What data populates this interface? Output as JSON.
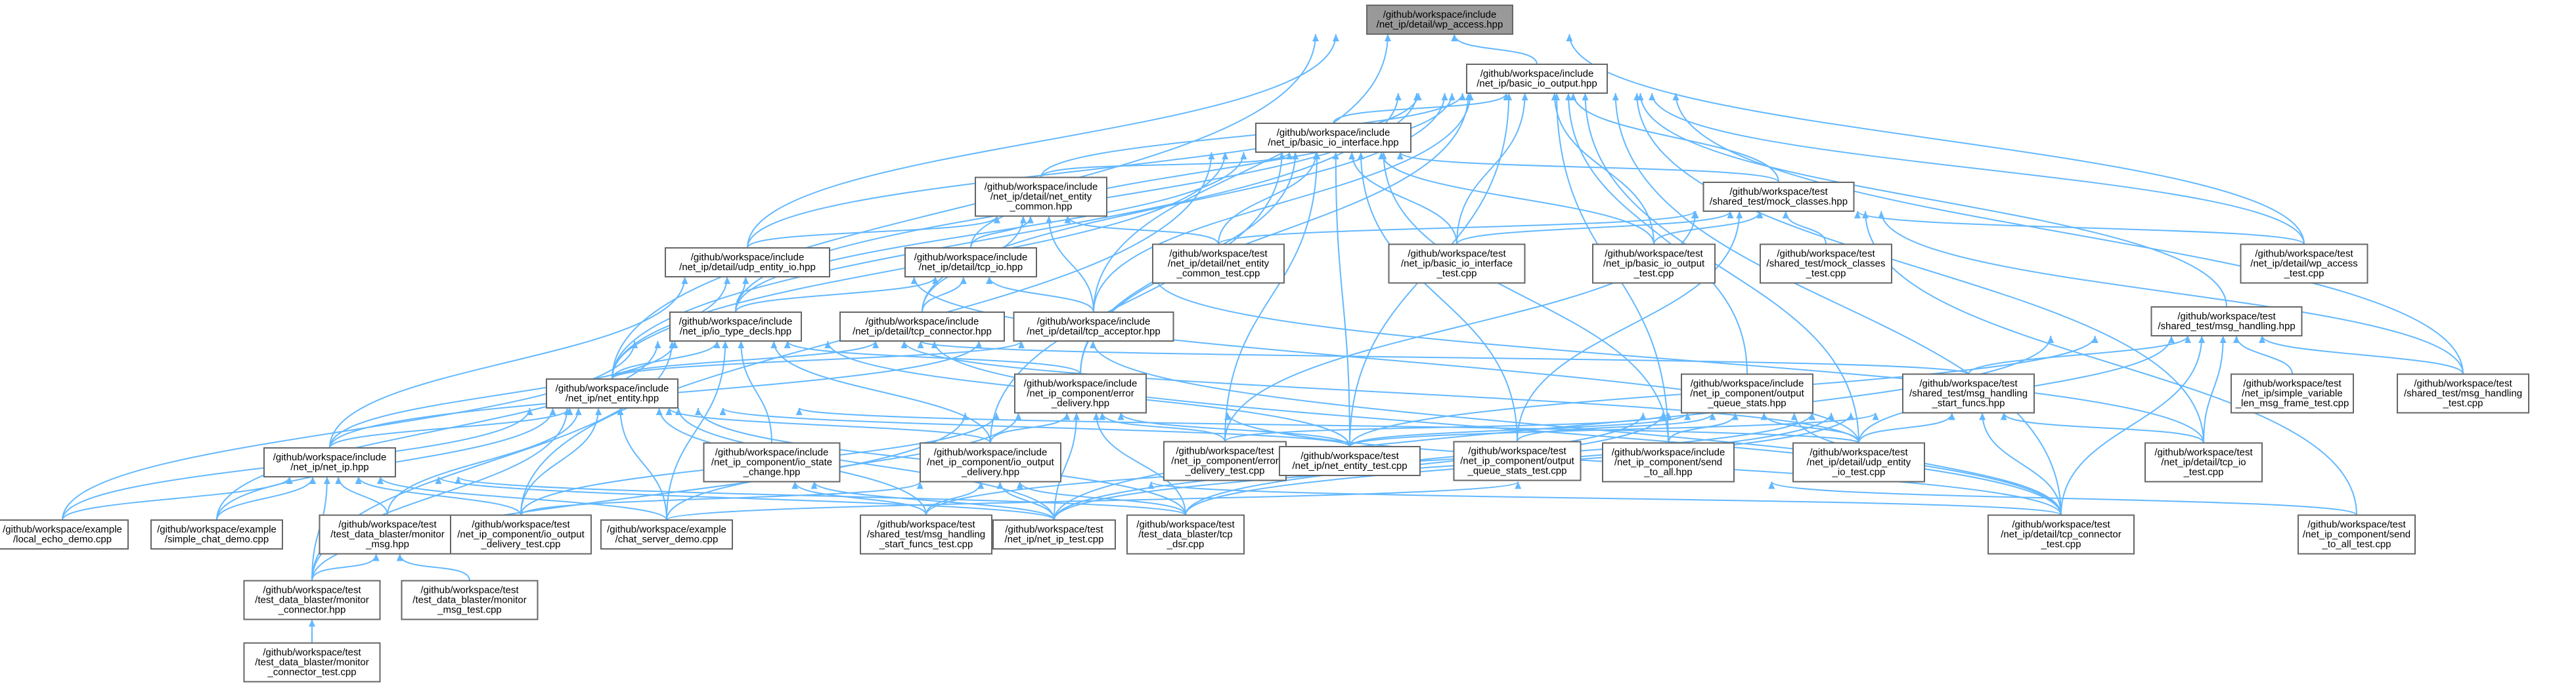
{
  "graph": {
    "root": "n0",
    "edge_color": "#63b8ff",
    "root_fill": "#999999",
    "nodes": [
      {
        "id": "n0",
        "lines": [
          "/github/workspace/include",
          "/net_ip/detail/wp_access.hpp"
        ]
      },
      {
        "id": "n1",
        "lines": [
          "/github/workspace/include",
          "/net_ip/basic_io_output.hpp"
        ]
      },
      {
        "id": "n2",
        "lines": [
          "/github/workspace/include",
          "/net_ip/basic_io_interface.hpp"
        ]
      },
      {
        "id": "n3",
        "lines": [
          "/github/workspace/include",
          "/net_ip/detail/net_entity",
          "_common.hpp"
        ]
      },
      {
        "id": "n4",
        "lines": [
          "/github/workspace/test",
          "/shared_test/mock_classes.hpp"
        ]
      },
      {
        "id": "n5",
        "lines": [
          "/github/workspace/include",
          "/net_ip/detail/udp_entity_io.hpp"
        ]
      },
      {
        "id": "n6",
        "lines": [
          "/github/workspace/include",
          "/net_ip/detail/tcp_io.hpp"
        ]
      },
      {
        "id": "n7",
        "lines": [
          "/github/workspace/test",
          "/net_ip/detail/net_entity",
          "_common_test.cpp"
        ]
      },
      {
        "id": "n8",
        "lines": [
          "/github/workspace/test",
          "/net_ip/basic_io_interface",
          "_test.cpp"
        ]
      },
      {
        "id": "n9",
        "lines": [
          "/github/workspace/test",
          "/net_ip/basic_io_output",
          "_test.cpp"
        ]
      },
      {
        "id": "n10",
        "lines": [
          "/github/workspace/test",
          "/shared_test/mock_classes",
          "_test.cpp"
        ]
      },
      {
        "id": "n11",
        "lines": [
          "/github/workspace/test",
          "/net_ip/detail/wp_access",
          "_test.cpp"
        ]
      },
      {
        "id": "n12",
        "lines": [
          "/github/workspace/include",
          "/net_ip/io_type_decls.hpp"
        ]
      },
      {
        "id": "n13",
        "lines": [
          "/github/workspace/include",
          "/net_ip/detail/tcp_connector.hpp"
        ]
      },
      {
        "id": "n14",
        "lines": [
          "/github/workspace/include",
          "/net_ip/detail/tcp_acceptor.hpp"
        ]
      },
      {
        "id": "n15",
        "lines": [
          "/github/workspace/test",
          "/shared_test/msg_handling.hpp"
        ]
      },
      {
        "id": "n16",
        "lines": [
          "/github/workspace/include",
          "/net_ip/net_entity.hpp"
        ]
      },
      {
        "id": "n17",
        "lines": [
          "/github/workspace/include",
          "/net_ip_component/error",
          "_delivery.hpp"
        ]
      },
      {
        "id": "n18",
        "lines": [
          "/github/workspace/include",
          "/net_ip_component/output",
          "_queue_stats.hpp"
        ]
      },
      {
        "id": "n19",
        "lines": [
          "/github/workspace/test",
          "/shared_test/msg_handling",
          "_start_funcs.hpp"
        ]
      },
      {
        "id": "n20",
        "lines": [
          "/github/workspace/test",
          "/net_ip/simple_variable",
          "_len_msg_frame_test.cpp"
        ]
      },
      {
        "id": "n21",
        "lines": [
          "/github/workspace/test",
          "/shared_test/msg_handling",
          "_test.cpp"
        ]
      },
      {
        "id": "n22",
        "lines": [
          "/github/workspace/include",
          "/net_ip/net_ip.hpp"
        ]
      },
      {
        "id": "n23",
        "lines": [
          "/github/workspace/include",
          "/net_ip_component/io_state",
          "_change.hpp"
        ]
      },
      {
        "id": "n24",
        "lines": [
          "/github/workspace/include",
          "/net_ip_component/io_output",
          "_delivery.hpp"
        ]
      },
      {
        "id": "n25",
        "lines": [
          "/github/workspace/test",
          "/net_ip_component/error",
          "_delivery_test.cpp"
        ]
      },
      {
        "id": "n26",
        "lines": [
          "/github/workspace/test",
          "/net_ip/net_entity_test.cpp"
        ]
      },
      {
        "id": "n27",
        "lines": [
          "/github/workspace/test",
          "/net_ip_component/output",
          "_queue_stats_test.cpp"
        ]
      },
      {
        "id": "n28",
        "lines": [
          "/github/workspace/include",
          "/net_ip_component/send",
          "_to_all.hpp"
        ]
      },
      {
        "id": "n29",
        "lines": [
          "/github/workspace/test",
          "/net_ip/detail/udp_entity",
          "_io_test.cpp"
        ]
      },
      {
        "id": "n30",
        "lines": [
          "/github/workspace/test",
          "/net_ip/detail/tcp_io",
          "_test.cpp"
        ]
      },
      {
        "id": "n31",
        "lines": [
          "/github/workspace/example",
          "/local_echo_demo.cpp"
        ]
      },
      {
        "id": "n32",
        "lines": [
          "/github/workspace/example",
          "/simple_chat_demo.cpp"
        ]
      },
      {
        "id": "n33",
        "lines": [
          "/github/workspace/test",
          "/test_data_blaster/monitor",
          "_msg.hpp"
        ]
      },
      {
        "id": "n34",
        "lines": [
          "/github/workspace/test",
          "/net_ip_component/io_output",
          "_delivery_test.cpp"
        ]
      },
      {
        "id": "n35",
        "lines": [
          "/github/workspace/example",
          "/chat_server_demo.cpp"
        ]
      },
      {
        "id": "n36",
        "lines": [
          "/github/workspace/test",
          "/shared_test/msg_handling",
          "_start_funcs_test.cpp"
        ]
      },
      {
        "id": "n37",
        "lines": [
          "/github/workspace/test",
          "/net_ip/net_ip_test.cpp"
        ]
      },
      {
        "id": "n38",
        "lines": [
          "/github/workspace/test",
          "/test_data_blaster/tcp",
          "_dsr.cpp"
        ]
      },
      {
        "id": "n39",
        "lines": [
          "/github/workspace/test",
          "/net_ip/detail/tcp_connector",
          "_test.cpp"
        ]
      },
      {
        "id": "n40",
        "lines": [
          "/github/workspace/test",
          "/net_ip_component/send",
          "_to_all_test.cpp"
        ]
      },
      {
        "id": "n41",
        "lines": [
          "/github/workspace/test",
          "/test_data_blaster/monitor",
          "_connector.hpp"
        ]
      },
      {
        "id": "n42",
        "lines": [
          "/github/workspace/test",
          "/test_data_blaster/monitor",
          "_msg_test.cpp"
        ]
      },
      {
        "id": "n43",
        "lines": [
          "/github/workspace/test",
          "/test_data_blaster/monitor",
          "_connector_test.cpp"
        ]
      }
    ],
    "edges": [
      [
        "n0",
        "n1"
      ],
      [
        "n0",
        "n5"
      ],
      [
        "n0",
        "n16"
      ],
      [
        "n0",
        "n11"
      ],
      [
        "n0",
        "n14"
      ],
      [
        "n1",
        "n2"
      ],
      [
        "n1",
        "n3"
      ],
      [
        "n1",
        "n4"
      ],
      [
        "n1",
        "n5"
      ],
      [
        "n1",
        "n6"
      ],
      [
        "n1",
        "n8"
      ],
      [
        "n1",
        "n9"
      ],
      [
        "n1",
        "n11"
      ],
      [
        "n1",
        "n12"
      ],
      [
        "n1",
        "n13"
      ],
      [
        "n1",
        "n14"
      ],
      [
        "n1",
        "n15"
      ],
      [
        "n1",
        "n16"
      ],
      [
        "n1",
        "n17"
      ],
      [
        "n1",
        "n18"
      ],
      [
        "n1",
        "n21"
      ],
      [
        "n1",
        "n26"
      ],
      [
        "n1",
        "n28"
      ],
      [
        "n1",
        "n29"
      ],
      [
        "n1",
        "n30"
      ],
      [
        "n1",
        "n39"
      ],
      [
        "n2",
        "n3"
      ],
      [
        "n2",
        "n4"
      ],
      [
        "n2",
        "n7"
      ],
      [
        "n2",
        "n8"
      ],
      [
        "n2",
        "n9"
      ],
      [
        "n2",
        "n12"
      ],
      [
        "n2",
        "n16"
      ],
      [
        "n2",
        "n17"
      ],
      [
        "n2",
        "n24"
      ],
      [
        "n2",
        "n25"
      ],
      [
        "n2",
        "n26"
      ],
      [
        "n2",
        "n28"
      ],
      [
        "n2",
        "n34"
      ],
      [
        "n2",
        "n27"
      ],
      [
        "n3",
        "n5"
      ],
      [
        "n3",
        "n6"
      ],
      [
        "n3",
        "n7"
      ],
      [
        "n3",
        "n13"
      ],
      [
        "n3",
        "n14"
      ],
      [
        "n4",
        "n7"
      ],
      [
        "n4",
        "n8"
      ],
      [
        "n4",
        "n9"
      ],
      [
        "n4",
        "n10"
      ],
      [
        "n4",
        "n11"
      ],
      [
        "n4",
        "n21"
      ],
      [
        "n4",
        "n27"
      ],
      [
        "n4",
        "n25"
      ],
      [
        "n4",
        "n40"
      ],
      [
        "n5",
        "n12"
      ],
      [
        "n5",
        "n16"
      ],
      [
        "n5",
        "n22"
      ],
      [
        "n5",
        "n29"
      ],
      [
        "n6",
        "n12"
      ],
      [
        "n6",
        "n13"
      ],
      [
        "n6",
        "n14"
      ],
      [
        "n6",
        "n30"
      ],
      [
        "n12",
        "n16"
      ],
      [
        "n12",
        "n17"
      ],
      [
        "n12",
        "n19"
      ],
      [
        "n12",
        "n22"
      ],
      [
        "n12",
        "n23"
      ],
      [
        "n12",
        "n24"
      ],
      [
        "n12",
        "n26"
      ],
      [
        "n12",
        "n29"
      ],
      [
        "n12",
        "n31"
      ],
      [
        "n12",
        "n32"
      ],
      [
        "n12",
        "n35"
      ],
      [
        "n12",
        "n39"
      ],
      [
        "n12",
        "n41"
      ],
      [
        "n13",
        "n16"
      ],
      [
        "n13",
        "n39"
      ],
      [
        "n14",
        "n16"
      ],
      [
        "n14",
        "n22"
      ],
      [
        "n15",
        "n19"
      ],
      [
        "n15",
        "n20"
      ],
      [
        "n15",
        "n21"
      ],
      [
        "n15",
        "n26"
      ],
      [
        "n15",
        "n29"
      ],
      [
        "n15",
        "n30"
      ],
      [
        "n15",
        "n37"
      ],
      [
        "n15",
        "n39"
      ],
      [
        "n16",
        "n22"
      ],
      [
        "n16",
        "n26"
      ],
      [
        "n16",
        "n24"
      ],
      [
        "n16",
        "n29"
      ],
      [
        "n16",
        "n31"
      ],
      [
        "n16",
        "n32"
      ],
      [
        "n16",
        "n33"
      ],
      [
        "n16",
        "n34"
      ],
      [
        "n16",
        "n35"
      ],
      [
        "n16",
        "n36"
      ],
      [
        "n16",
        "n37"
      ],
      [
        "n16",
        "n38"
      ],
      [
        "n16",
        "n41"
      ],
      [
        "n17",
        "n24"
      ],
      [
        "n17",
        "n25"
      ],
      [
        "n17",
        "n26"
      ],
      [
        "n17",
        "n34"
      ],
      [
        "n17",
        "n35"
      ],
      [
        "n17",
        "n37"
      ],
      [
        "n17",
        "n38"
      ],
      [
        "n17",
        "n39"
      ],
      [
        "n17",
        "n41"
      ],
      [
        "n18",
        "n25"
      ],
      [
        "n18",
        "n26"
      ],
      [
        "n18",
        "n27"
      ],
      [
        "n18",
        "n28"
      ],
      [
        "n18",
        "n29"
      ],
      [
        "n18",
        "n37"
      ],
      [
        "n18",
        "n38"
      ],
      [
        "n18",
        "n39"
      ],
      [
        "n19",
        "n26"
      ],
      [
        "n19",
        "n29"
      ],
      [
        "n19",
        "n30"
      ],
      [
        "n19",
        "n36"
      ],
      [
        "n19",
        "n37"
      ],
      [
        "n19",
        "n38"
      ],
      [
        "n19",
        "n39"
      ],
      [
        "n22",
        "n31"
      ],
      [
        "n22",
        "n32"
      ],
      [
        "n22",
        "n33"
      ],
      [
        "n22",
        "n34"
      ],
      [
        "n22",
        "n35"
      ],
      [
        "n22",
        "n37"
      ],
      [
        "n22",
        "n41"
      ],
      [
        "n22",
        "n38"
      ],
      [
        "n23",
        "n36"
      ],
      [
        "n23",
        "n37"
      ],
      [
        "n24",
        "n34"
      ],
      [
        "n24",
        "n36"
      ],
      [
        "n24",
        "n37"
      ],
      [
        "n24",
        "n38"
      ],
      [
        "n24",
        "n39"
      ],
      [
        "n28",
        "n35"
      ],
      [
        "n28",
        "n40"
      ],
      [
        "n33",
        "n41"
      ],
      [
        "n33",
        "n42"
      ],
      [
        "n41",
        "n43"
      ]
    ]
  }
}
